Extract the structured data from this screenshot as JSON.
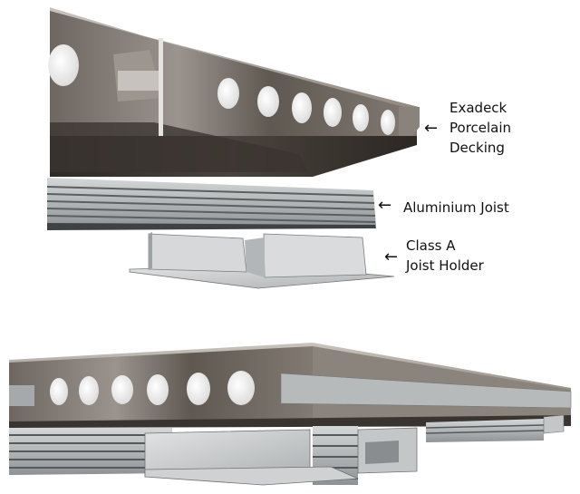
{
  "labels": {
    "decking": {
      "line1": "Exadeck",
      "line2": "Porcelain",
      "line3": "Decking"
    },
    "joist": "Aluminium Joist",
    "holder": {
      "line1": "Class A",
      "line2": "Joist Holder"
    }
  },
  "arrow_glyph": "←",
  "colors": {
    "deck_top": "#6f6760",
    "deck_dark": "#3a3430",
    "aluminium": "#b9bcbd",
    "aluminium_dark": "#55585a",
    "holder": "#c9cccd"
  }
}
